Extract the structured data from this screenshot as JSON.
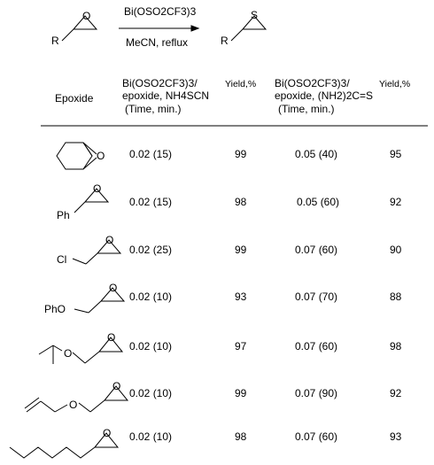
{
  "reaction": {
    "reagent_line1": "Bi(OSO2CF3)3",
    "conditions_line2": "MeCN, reflux",
    "reactant_substituent": "R",
    "reactant_heteroatom": "O",
    "product_substituent": "R",
    "product_heteroatom": "S"
  },
  "table": {
    "headers": {
      "epoxide": "Epoxide",
      "col1_line1": "Bi(OSO2CF3)3/",
      "col1_line2": "epoxide, NH4SCN",
      "col1_line3": "(Time, min.)",
      "yield1": "Yield,%",
      "col2_line1": "Bi(OSO2CF3)3/",
      "col2_line2": "epoxide, (NH2)2C=S",
      "col2_line3": "(Time, min.)",
      "yield2": "Yield,%"
    },
    "rows": [
      {
        "label": "O",
        "c1": "0.02 (15)",
        "y1": "99",
        "c2": "0.05 (40)",
        "y2": "95"
      },
      {
        "label": "Ph",
        "c1": "0.02 (15)",
        "y1": "98",
        "c2": "0.05 (60)",
        "y2": "92"
      },
      {
        "label": "Cl",
        "c1": "0.02 (25)",
        "y1": "99",
        "c2": "0.07 (60)",
        "y2": "90"
      },
      {
        "label": "PhO",
        "c1": "0.02 (10)",
        "y1": "93",
        "c2": "0.07 (70)",
        "y2": "88"
      },
      {
        "label": "",
        "c1": "0.02 (10)",
        "y1": "97",
        "c2": "0.07 (60)",
        "y2": "98"
      },
      {
        "label": "",
        "c1": "0.02 (10)",
        "y1": "99",
        "c2": "0.07 (90)",
        "y2": "92"
      },
      {
        "label": "",
        "c1": "0.02 (10)",
        "y1": "98",
        "c2": "0.07 (60)",
        "y2": "93"
      }
    ]
  }
}
